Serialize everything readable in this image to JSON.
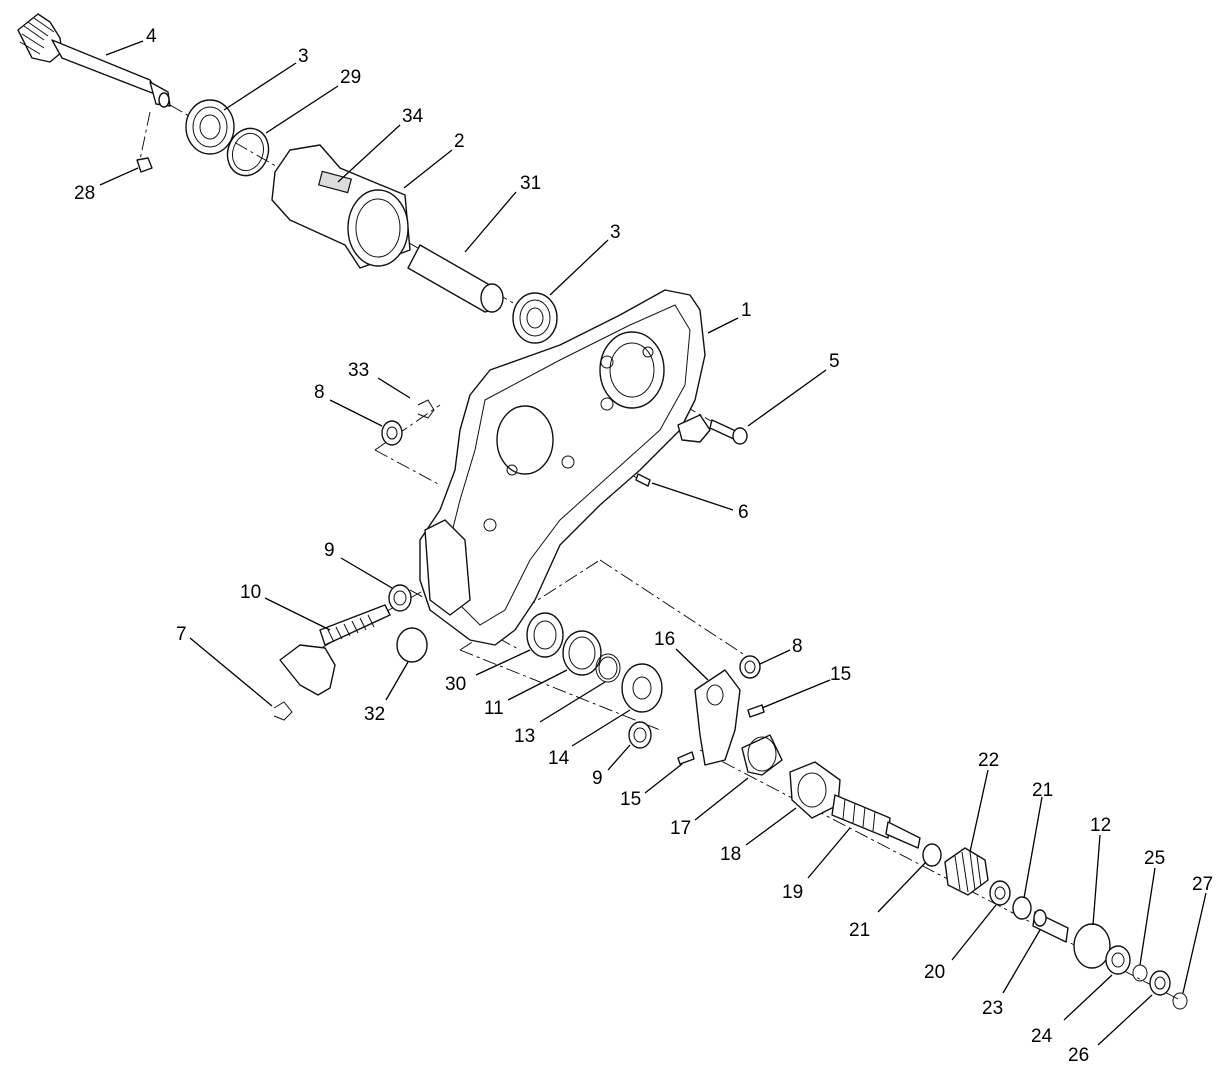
{
  "callouts": [
    {
      "id": "c4",
      "text": "4"
    },
    {
      "id": "c3a",
      "text": "3"
    },
    {
      "id": "c29",
      "text": "29"
    },
    {
      "id": "c34",
      "text": "34"
    },
    {
      "id": "c2",
      "text": "2"
    },
    {
      "id": "c28",
      "text": "28"
    },
    {
      "id": "c31",
      "text": "31"
    },
    {
      "id": "c3b",
      "text": "3"
    },
    {
      "id": "c1",
      "text": "1"
    },
    {
      "id": "c33",
      "text": "33"
    },
    {
      "id": "c8a",
      "text": "8"
    },
    {
      "id": "c5",
      "text": "5"
    },
    {
      "id": "c6",
      "text": "6"
    },
    {
      "id": "c9a",
      "text": "9"
    },
    {
      "id": "c10",
      "text": "10"
    },
    {
      "id": "c7",
      "text": "7"
    },
    {
      "id": "c32",
      "text": "32"
    },
    {
      "id": "c30",
      "text": "30"
    },
    {
      "id": "c11",
      "text": "11"
    },
    {
      "id": "c13",
      "text": "13"
    },
    {
      "id": "c14",
      "text": "14"
    },
    {
      "id": "c16",
      "text": "16"
    },
    {
      "id": "c8b",
      "text": "8"
    },
    {
      "id": "c15a",
      "text": "15"
    },
    {
      "id": "c9b",
      "text": "9"
    },
    {
      "id": "c15b",
      "text": "15"
    },
    {
      "id": "c17",
      "text": "17"
    },
    {
      "id": "c18",
      "text": "18"
    },
    {
      "id": "c19",
      "text": "19"
    },
    {
      "id": "c22",
      "text": "22"
    },
    {
      "id": "c21a",
      "text": "21"
    },
    {
      "id": "c12",
      "text": "12"
    },
    {
      "id": "c25",
      "text": "25"
    },
    {
      "id": "c27",
      "text": "27"
    },
    {
      "id": "c21b",
      "text": "21"
    },
    {
      "id": "c20",
      "text": "20"
    },
    {
      "id": "c23",
      "text": "23"
    },
    {
      "id": "c24",
      "text": "24"
    },
    {
      "id": "c26",
      "text": "26"
    }
  ]
}
